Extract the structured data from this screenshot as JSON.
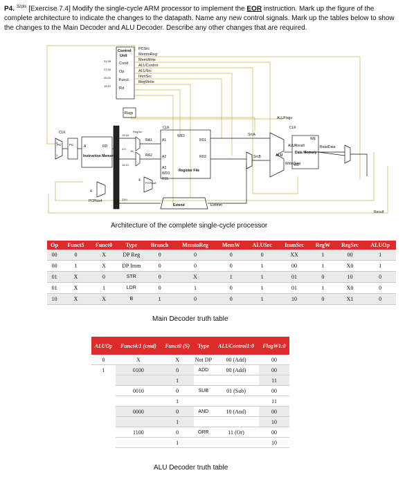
{
  "question": {
    "number": "P4.",
    "points": "32pts",
    "pre": " [Exercise 7.4] Modify the single-cycle ARM processor to implement the ",
    "keyword": "EOR",
    "post": " instruction. Mark up the figure of the complete architecture to indicate the changes to the datapath. Name any new control signals. Mark up the tables below to show the changes to the Main Decoder and ALU Decoder. Describe any other changes that are required."
  },
  "architecture": {
    "caption": "Architecture of the complete single-cycle processor",
    "control_unit": [
      "Control",
      "Unit",
      "Cond",
      "Op",
      "Funct",
      "Rd"
    ],
    "control_signals": [
      "PCSrc",
      "MemtoReg",
      "MemWrite",
      "ALUControl",
      "ALUSrc",
      "ImmSrc",
      "RegWrite"
    ],
    "bit_ranges": [
      "31:28",
      "27:26",
      "25:20",
      "15:12",
      "19:16",
      "3:0",
      "15:12",
      "23:0"
    ],
    "labels": {
      "flags": "Flags",
      "aluflags": "ALUFlags",
      "clk": "CLK",
      "pc_prime": "PC'",
      "pc": "PC",
      "a": "A",
      "rd": "RD",
      "imem": "Instruction Memory",
      "regsrc": "RegSrc",
      "ra1": "RA1",
      "ra2": "RA2",
      "a1": "A1",
      "a2": "A2",
      "a3": "A3",
      "we3": "WE3",
      "rd1": "RD1",
      "rd2": "RD2",
      "wd3": "WD3",
      "r15": "R15",
      "regfile": "Register File",
      "srca": "SrcA",
      "srcb": "SrcB",
      "alu": "ALU",
      "aluresult": "ALUResult",
      "writedata": "WriteData",
      "we": "WE",
      "dmem": "Data Memory",
      "wd": "WD",
      "readdata": "ReadData",
      "result": "Result",
      "extend": "Extend",
      "extimm": "ExtImm",
      "pcplus4": "PCPlus4",
      "pcplus8": "PCPlus8",
      "four": "4",
      "zero": "0",
      "one": "1",
      "fifteen": "15"
    }
  },
  "main_decoder": {
    "caption": "Main Decoder truth table",
    "headers": [
      "Op",
      "Funct5",
      "Funct0",
      "Type",
      "Branch",
      "MemtoReg",
      "MemW",
      "ALUSrc",
      "ImmSrc",
      "RegW",
      "RegSrc",
      "ALUOp"
    ],
    "rows": [
      [
        "00",
        "0",
        "X",
        "DP Reg",
        "0",
        "0",
        "0",
        "0",
        "XX",
        "1",
        "00",
        "1"
      ],
      [
        "00",
        "1",
        "X",
        "DP Imm",
        "0",
        "0",
        "0",
        "1",
        "00",
        "1",
        "X0",
        "1"
      ],
      [
        "01",
        "X",
        "0",
        "STR",
        "0",
        "X",
        "1",
        "1",
        "01",
        "0",
        "10",
        "0"
      ],
      [
        "01",
        "X",
        "1",
        "LDR",
        "0",
        "1",
        "0",
        "1",
        "01",
        "1",
        "X0",
        "0"
      ],
      [
        "10",
        "X",
        "X",
        "B",
        "1",
        "0",
        "0",
        "1",
        "10",
        "0",
        "X1",
        "0"
      ]
    ]
  },
  "alu_decoder": {
    "caption": "ALU Decoder truth table",
    "headers": [
      "ALUOp",
      "Funct4:1 (cmd)",
      "Funct0 (S)",
      "Type",
      "ALUControl1:0",
      "FlagW1:0"
    ],
    "rows": [
      [
        "0",
        "X",
        "X",
        "Not DP",
        "00 (Add)",
        "00"
      ],
      [
        "1",
        "0100",
        "0",
        "ADD",
        "00 (Add)",
        "00"
      ],
      [
        "",
        "",
        "1",
        "",
        "",
        "11"
      ],
      [
        "",
        "0010",
        "0",
        "SUB",
        "01 (Sub)",
        "00"
      ],
      [
        "",
        "",
        "1",
        "",
        "",
        "11"
      ],
      [
        "",
        "0000",
        "0",
        "AND",
        "10 (And)",
        "00"
      ],
      [
        "",
        "",
        "1",
        "",
        "",
        "10"
      ],
      [
        "",
        "1100",
        "0",
        "ORR",
        "11 (Or)",
        "00"
      ],
      [
        "",
        "",
        "1",
        "",
        "",
        "10"
      ]
    ]
  }
}
